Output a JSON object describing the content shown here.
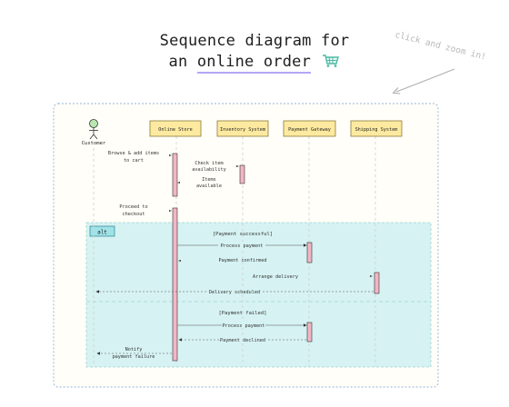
{
  "heading": {
    "line1": "Sequence diagram for",
    "line2_prefix": "an ",
    "line2_emph": "online order",
    "cart_icon": "shopping-cart-icon"
  },
  "hint": "click and zoom in!",
  "actors": {
    "customer": "Customer",
    "store": "Online Store",
    "inventory": "Inventory System",
    "payment": "Payment Gateway",
    "shipping": "Shipping System"
  },
  "notes": {
    "browse": [
      "Browse & add items",
      "to cart"
    ],
    "check": [
      "Check item",
      "availability"
    ],
    "available": [
      "Items",
      "available"
    ],
    "checkout": [
      "Proceed to",
      "checkout"
    ]
  },
  "alt": {
    "label": "alt",
    "success_guard": "[Payment successful]",
    "failed_guard": "[Payment failed]"
  },
  "messages": {
    "process_1": "Process payment",
    "confirmed": "Payment confirmed",
    "arrange": "Arrange delivery",
    "scheduled": "Delivery scheduled",
    "process_2": "Process payment",
    "declined": "Payment declined",
    "notify": [
      "Notify",
      "payment failure"
    ]
  },
  "colors": {
    "actor_fill": "#fdeaa0",
    "actor_stroke": "#8a7a3a",
    "activation_fill": "#f1b6c5",
    "alt_fill": "#d6f2f2",
    "alt_stroke": "#9ed5d5",
    "alt_tag_fill": "#9fe3e8",
    "frame_stroke": "#a9c3e0",
    "frame_fill": "#fffef8",
    "customer_head": "#b8e8b0",
    "title_underline": "#b1a7f5",
    "cart_color": "#4fb9a5"
  }
}
